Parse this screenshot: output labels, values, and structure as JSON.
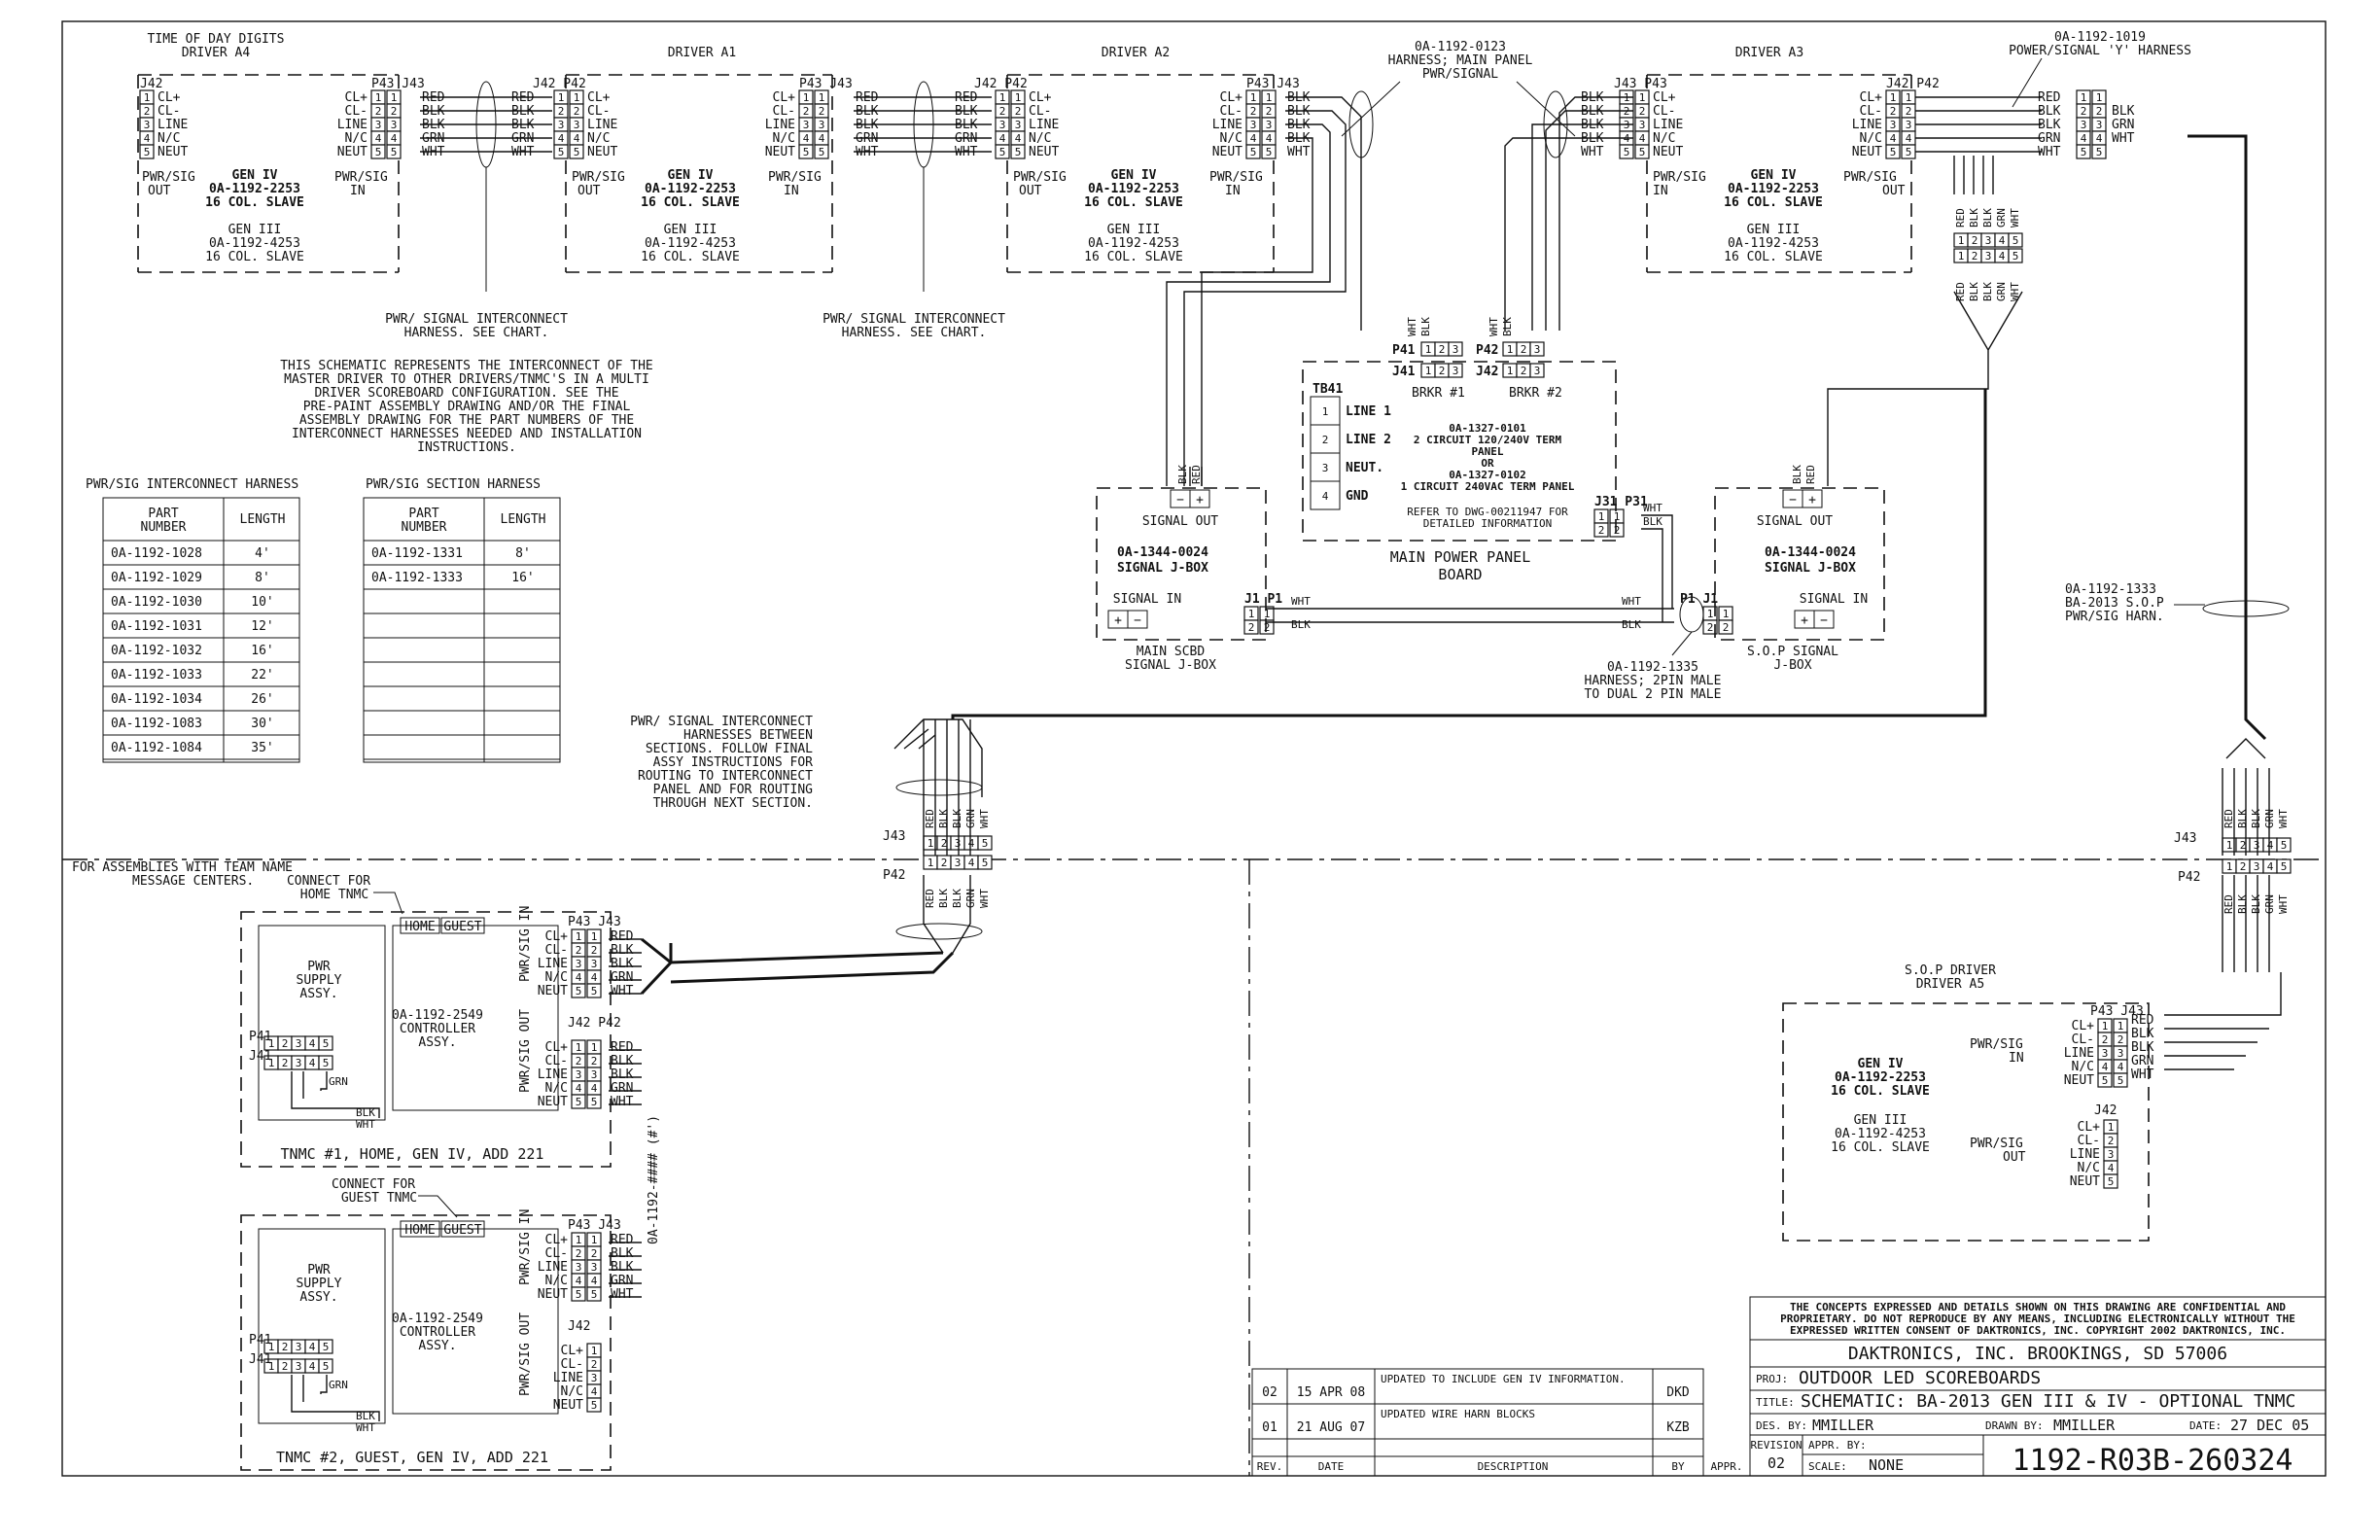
{
  "drivers": {
    "a4": {
      "title1": "TIME OF DAY DIGITS",
      "title2": "DRIVER A4"
    },
    "a1": {
      "title": "DRIVER A1"
    },
    "a2": {
      "title": "DRIVER A2"
    },
    "a3": {
      "title": "DRIVER A3"
    },
    "a5": {
      "title1": "S.O.P DRIVER",
      "title2": "DRIVER A5"
    },
    "gen4": {
      "l1": "GEN IV",
      "l2": "0A-1192-2253",
      "l3": "16 COL. SLAVE"
    },
    "gen3": {
      "l1": "GEN III",
      "l2": "0A-1192-4253",
      "l3": "16 COL. SLAVE"
    }
  },
  "connectors": {
    "j42": "J42",
    "j43": "J43",
    "p42": "P42",
    "p43": "P43",
    "p41": "P41",
    "j41": "J41",
    "p43j43": "P43 J43",
    "j42p42": "J42 P42",
    "j43p43": "J43 P43",
    "p42j42": "P42 J42"
  },
  "signals": {
    "cl_plus": "CL+",
    "cl_minus": "CL-",
    "line": "LINE",
    "nc": "N/C",
    "neut": "NEUT",
    "red": "RED",
    "blk": "BLK",
    "grn": "GRN",
    "wht": "WHT",
    "pwr_sig_out": "PWR/SIG OUT",
    "pwr_sig_in": "PWR/SIG IN",
    "pwr_sig": "PWR/SIG",
    "in": "IN",
    "out": "OUT",
    "p1": "1",
    "p2": "2",
    "p3": "3",
    "p4": "4",
    "p5": "5"
  },
  "harness_main": {
    "l1": "0A-1192-0123",
    "l2": "HARNESS; MAIN PANEL",
    "l3": "PWR/SIGNAL"
  },
  "harness_y": {
    "l1": "0A-1192-1019",
    "l2": "POWER/SIGNAL 'Y' HARNESS"
  },
  "interconnect_note": {
    "l1": "PWR/ SIGNAL INTERCONNECT",
    "l2": "HARNESS.  SEE CHART."
  },
  "note": {
    "l1": "THIS SCHEMATIC REPRESENTS THE INTERCONNECT OF THE",
    "l2": "MASTER DRIVER TO OTHER DRIVERS/TNMC'S IN A MULTI",
    "l3": "DRIVER SCOREBOARD CONFIGURATION.  SEE THE",
    "l4": "PRE-PAINT ASSEMBLY DRAWING AND/OR THE FINAL",
    "l5": "ASSEMBLY DRAWING FOR THE PART NUMBERS OF THE",
    "l6": "INTERCONNECT HARNESSES NEEDED AND INSTALLATION",
    "l7": "INSTRUCTIONS."
  },
  "table1": {
    "title": "PWR/SIG INTERCONNECT HARNESS",
    "head_part1": "PART",
    "head_part2": "NUMBER",
    "head_len": "LENGTH",
    "rows": [
      [
        "0A-1192-1028",
        "4'"
      ],
      [
        "0A-1192-1029",
        "8'"
      ],
      [
        "0A-1192-1030",
        "10'"
      ],
      [
        "0A-1192-1031",
        "12'"
      ],
      [
        "0A-1192-1032",
        "16'"
      ],
      [
        "0A-1192-1033",
        "22'"
      ],
      [
        "0A-1192-1034",
        "26'"
      ],
      [
        "0A-1192-1083",
        "30'"
      ],
      [
        "0A-1192-1084",
        "35'"
      ]
    ]
  },
  "table2": {
    "title": "PWR/SIG SECTION HARNESS",
    "head_part1": "PART",
    "head_part2": "NUMBER",
    "head_len": "LENGTH",
    "rows": [
      [
        "0A-1192-1331",
        "8'"
      ],
      [
        "0A-1192-1333",
        "16'"
      ],
      [
        "",
        ""
      ],
      [
        "",
        ""
      ],
      [
        "",
        ""
      ],
      [
        "",
        ""
      ],
      [
        "",
        ""
      ],
      [
        "",
        ""
      ],
      [
        "",
        ""
      ]
    ]
  },
  "power_panel": {
    "p41": "P41",
    "j41": "J41",
    "brkr1": "BRKR #1",
    "p42": "P42",
    "j42": "J42",
    "brkr2": "BRKR #2",
    "tb41": "TB41",
    "line1": "LINE 1",
    "line2": "LINE 2",
    "neut": "NEUT.",
    "gnd": "GND",
    "d1": "0A-1327-0101",
    "d2": "2  CIRCUIT 120/240V TERM",
    "d3": "PANEL",
    "d4": "OR",
    "d5": "0A-1327-0102",
    "d6": "1 CIRCUIT 240VAC TERM PANEL",
    "r1": "REFER TO DWG-00211947 FOR",
    "r2": "DETAILED INFORMATION",
    "j31p31": "J31 P31",
    "n1": "MAIN POWER PANEL",
    "n2": "BOARD"
  },
  "jbox_main": {
    "signal_out": "SIGNAL OUT",
    "part": "0A-1344-0024",
    "name": "SIGNAL J-BOX",
    "signal_in": "SIGNAL IN",
    "cap1": "MAIN SCBD",
    "cap2": "SIGNAL J-BOX",
    "j1p1": "J1 P1"
  },
  "jbox_sop": {
    "signal_out": "SIGNAL OUT",
    "part": "0A-1344-0024",
    "name": "SIGNAL J-BOX",
    "signal_in": "SIGNAL IN",
    "cap1": "S.O.P SIGNAL",
    "cap2": "J-BOX",
    "p1j1": "P1 J1"
  },
  "harness_1335": {
    "l1": "0A-1192-1335",
    "l2": "HARNESS; 2PIN MALE",
    "l3": "TO DUAL 2 PIN MALE"
  },
  "harness_1333": {
    "l1": "0A-1192-1333",
    "l2": "BA-2013 S.O.P",
    "l3": "PWR/SIG HARN."
  },
  "section_note": {
    "l1": "PWR/ SIGNAL INTERCONNECT",
    "l2": "HARNESSES BETWEEN",
    "l3": "SECTIONS.  FOLLOW FINAL",
    "l4": "ASSY INSTRUCTIONS FOR",
    "l5": "ROUTING TO INTERCONNECT",
    "l6": "PANEL AND FOR ROUTING",
    "l7": "THROUGH NEXT SECTION."
  },
  "team_note": {
    "l1": "FOR ASSEMBLIES WITH TEAM NAME",
    "l2": "MESSAGE CENTERS."
  },
  "tnmc1": {
    "connect1": "CONNECT FOR",
    "connect2": "HOME TNMC",
    "home": "HOME",
    "guest": "GUEST",
    "pwr1": "PWR",
    "pwr2": "SUPPLY",
    "pwr3": "ASSY.",
    "ctrl1": "0A-1192-2549",
    "ctrl2": "CONTROLLER",
    "ctrl3": "ASSY.",
    "caption": "TNMC #1, HOME, GEN IV, ADD 221"
  },
  "tnmc2": {
    "connect1": "CONNECT FOR",
    "connect2": "GUEST TNMC",
    "home": "HOME",
    "guest": "GUEST",
    "pwr1": "PWR",
    "pwr2": "SUPPLY",
    "pwr3": "ASSY.",
    "ctrl1": "0A-1192-2549",
    "ctrl2": "CONTROLLER",
    "ctrl3": "ASSY.",
    "caption": "TNMC #2, GUEST, GEN IV, ADD 221"
  },
  "vertical_harness": "0A-1192-#### (#')",
  "revisions": {
    "rows": [
      {
        "rev": "02",
        "date": "15 APR 08",
        "desc": "UPDATED TO INCLUDE GEN IV INFORMATION.",
        "by": "DKD",
        "appr": ""
      },
      {
        "rev": "01",
        "date": "21 AUG 07",
        "desc": "UPDATED WIRE HARN BLOCKS",
        "by": "KZB",
        "appr": ""
      }
    ],
    "head": {
      "rev": "REV.",
      "date": "DATE",
      "desc": "DESCRIPTION",
      "by": "BY",
      "appr": "APPR."
    }
  },
  "title_block": {
    "conf1": "THE CONCEPTS  EXPRESSED  AND  DETAILS SHOWN ON THIS DRAWING ARE CONFIDENTIAL AND",
    "conf2": "PROPRIETARY.  DO NOT REPRODUCE BY ANY MEANS, INCLUDING ELECTRONICALLY WITHOUT THE",
    "conf3": "EXPRESSED WRITTEN CONSENT OF DAKTRONICS, INC.          COPYRIGHT 2002 DAKTRONICS, INC.",
    "company": "DAKTRONICS, INC.   BROOKINGS, SD  57006",
    "proj_label": "PROJ:",
    "proj": "OUTDOOR LED SCOREBOARDS",
    "title_label": "TITLE:",
    "title": "SCHEMATIC: BA-2013 GEN III & IV - OPTIONAL TNMC",
    "des_label": "DES. BY:",
    "des": "MMILLER",
    "drawn_label": "DRAWN BY:",
    "drawn": "MMILLER",
    "date_label": "DATE:",
    "date": "27 DEC 05",
    "revision_label": "REVISION",
    "revision": "02",
    "appr_label": "APPR. BY:",
    "scale_label": "SCALE:",
    "scale": "NONE",
    "dwg": "1192-R03B-260324"
  }
}
